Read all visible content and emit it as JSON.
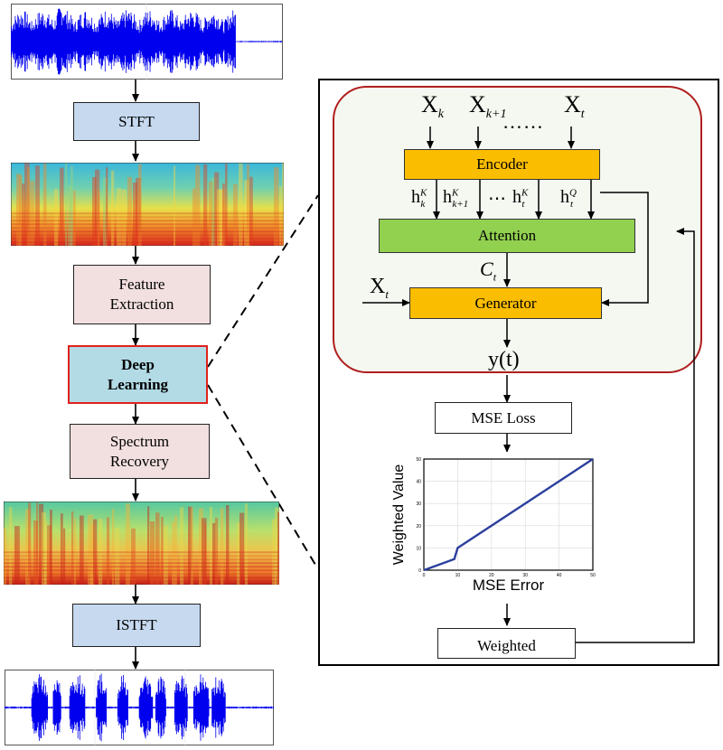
{
  "pipeline": {
    "stft": "STFT",
    "feature_extraction": "Feature\nExtraction",
    "deep_learning": "Deep\nLearning",
    "spectrum_recovery": "Spectrum\nRecovery",
    "istft": "ISTFT"
  },
  "detail": {
    "inputs": [
      "X",
      "X",
      "……",
      "X"
    ],
    "input_subscripts": [
      "k",
      "k+1",
      "",
      "t"
    ],
    "encoder": "Encoder",
    "attention": "Attention",
    "generator": "Generator",
    "hidden_states": [
      {
        "base": "h",
        "sub": "k",
        "sup": "K"
      },
      {
        "base": "h",
        "sub": "k+1",
        "sup": "K"
      },
      {
        "base": "⋯",
        "sub": "",
        "sup": ""
      },
      {
        "base": "h",
        "sub": "t",
        "sup": "K"
      },
      {
        "base": "h",
        "sub": "t",
        "sup": "Q"
      }
    ],
    "context": {
      "base": "C",
      "sub": "t"
    },
    "generator_input": {
      "base": "X",
      "sub": "t"
    },
    "output": "y(t)",
    "mse_loss": "MSE Loss",
    "weighted": "Weighted"
  },
  "chart_data": {
    "type": "line",
    "xlabel": "MSE Error",
    "ylabel": "Weighted Value",
    "xlim": [
      0,
      50
    ],
    "ylim": [
      0,
      50
    ],
    "xticks": [
      0,
      10,
      20,
      30,
      40,
      50
    ],
    "yticks": [
      0,
      10,
      20,
      30,
      40,
      50
    ],
    "grid": true,
    "series": [
      {
        "x": [
          0,
          9,
          10,
          50
        ],
        "y": [
          0,
          5,
          10,
          50
        ],
        "color": "#2b3f9e"
      }
    ]
  },
  "colors": {
    "waveform": "#0000ee",
    "stft_box": "#c6d9ef",
    "feature_box": "#f2dfdf",
    "deep_box": "#b3dbe6",
    "deep_border": "#e0211d",
    "encoder": "#fbbd00",
    "attention": "#92d050",
    "inner_panel_border": "#b01e1e",
    "inner_panel_fill": "#f4f8f1"
  }
}
